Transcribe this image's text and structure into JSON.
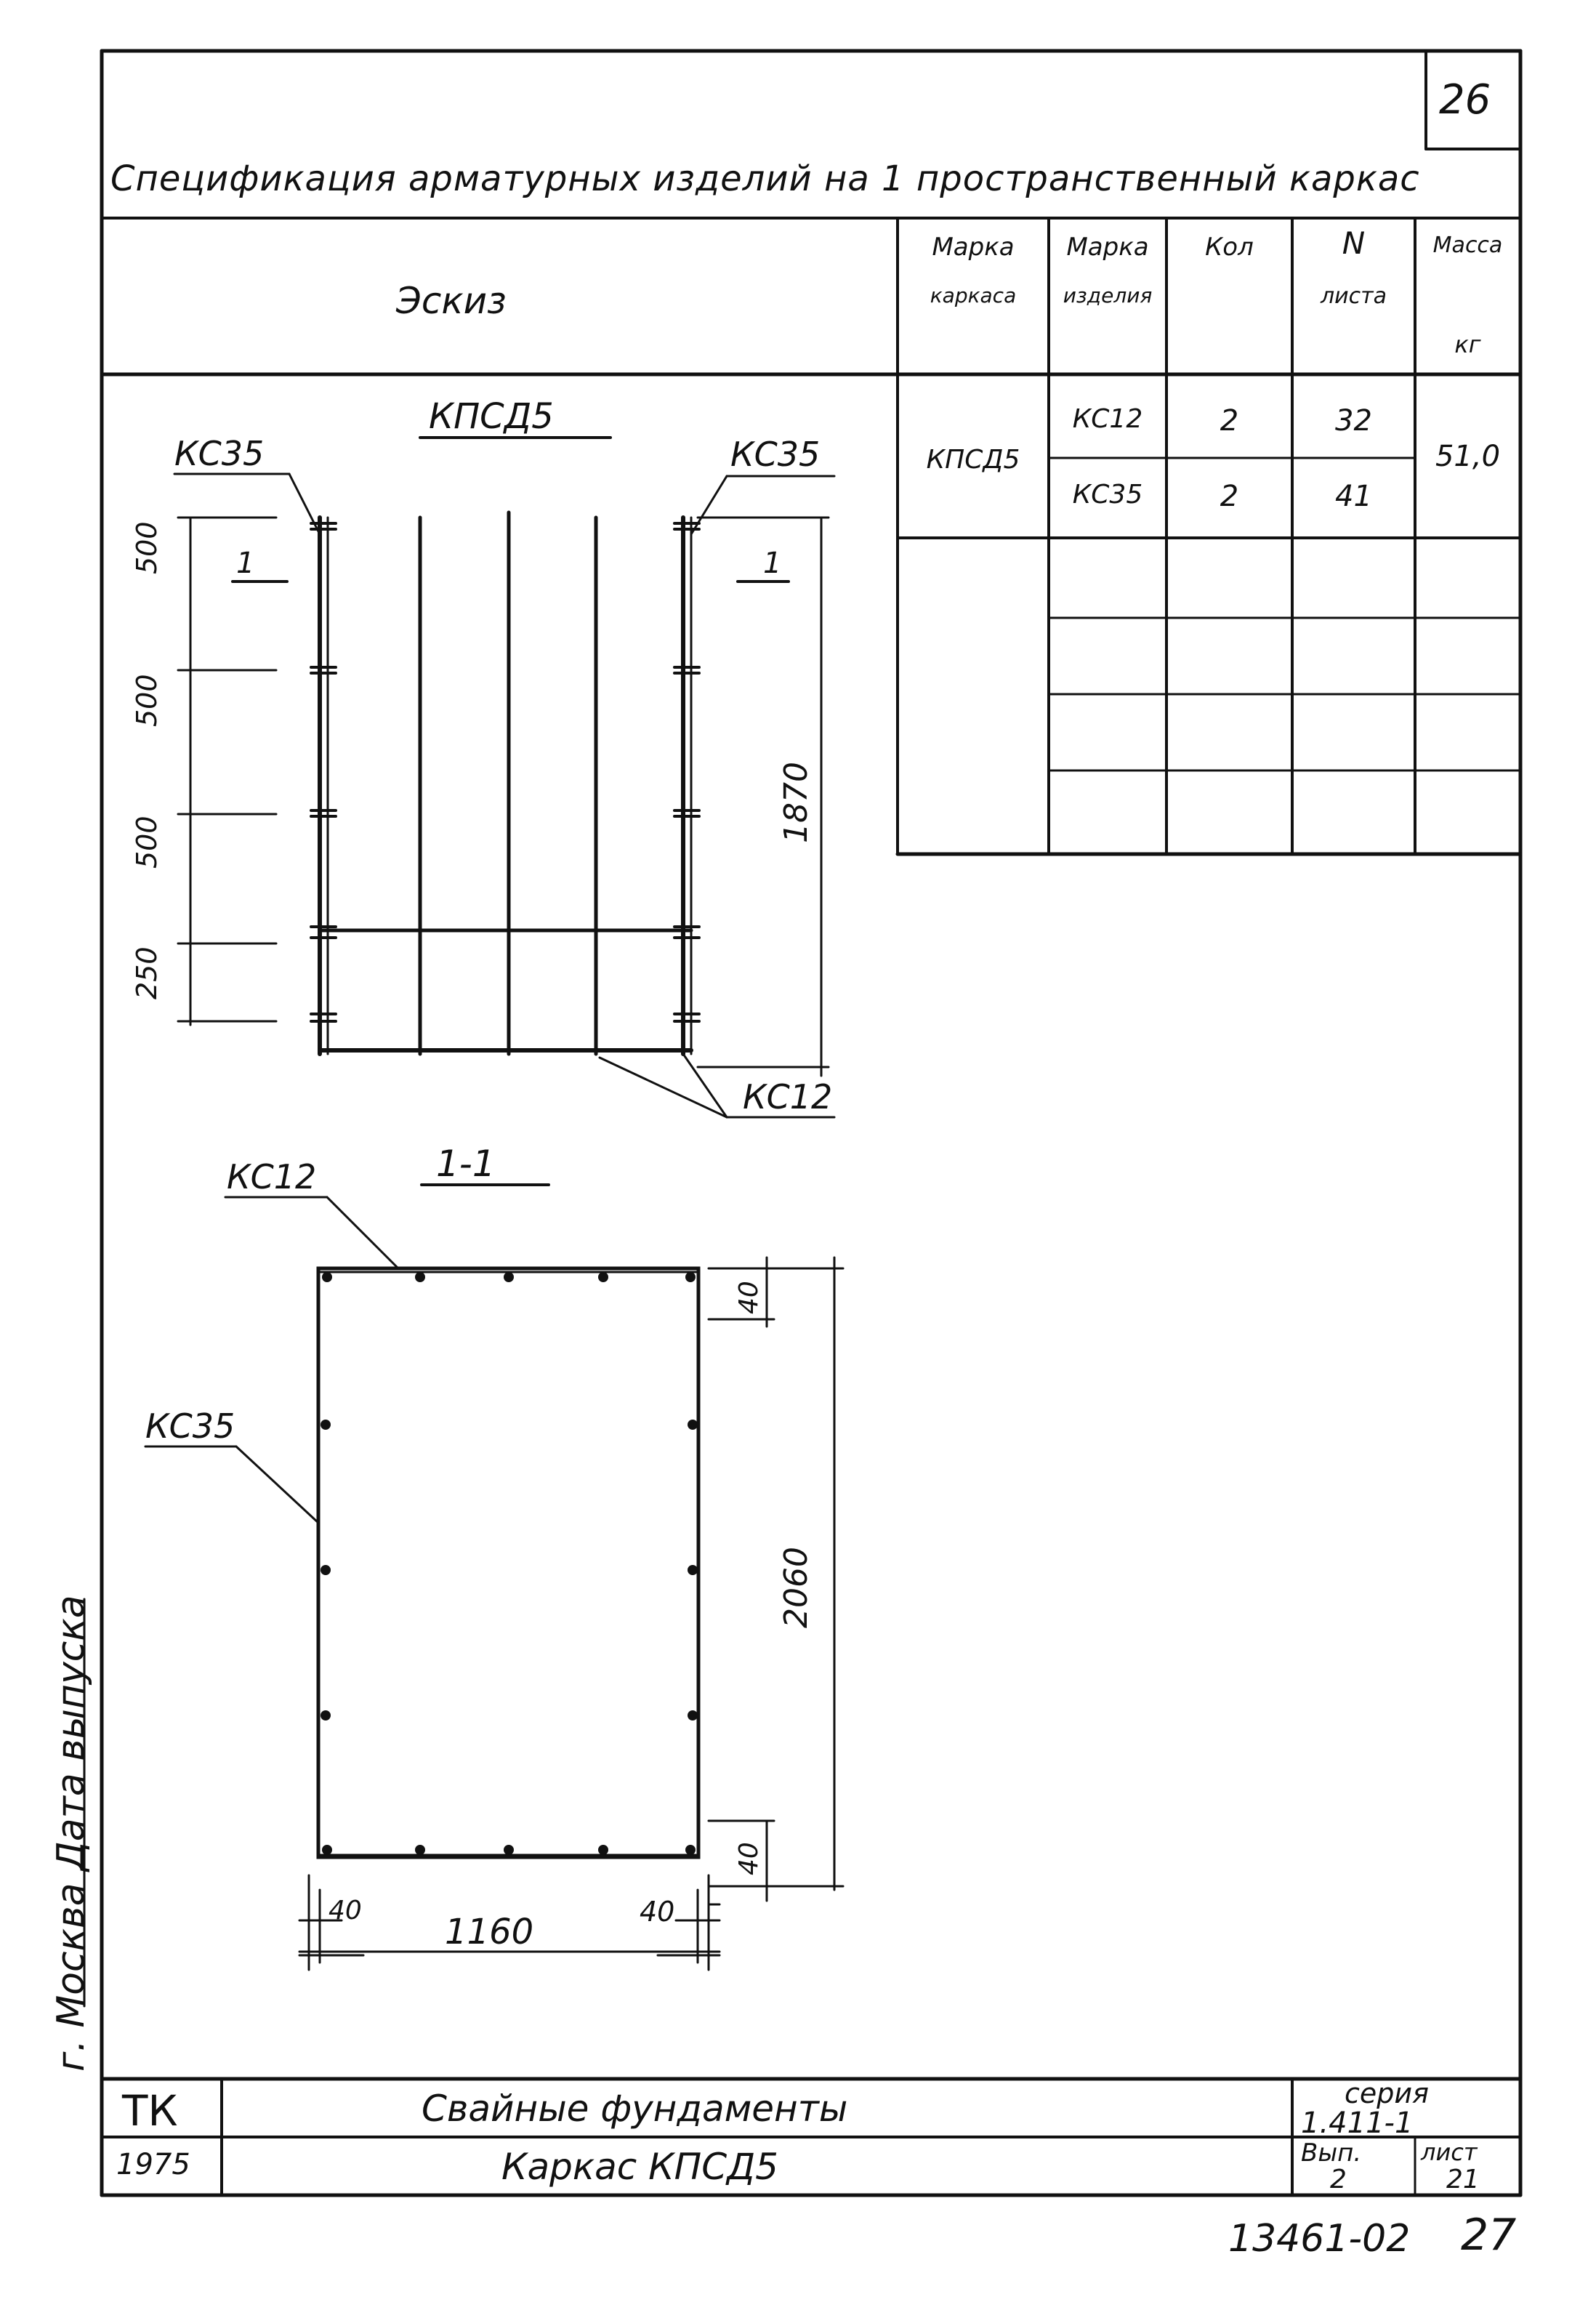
{
  "sheet": {
    "corner_number": "26",
    "title": "Спецификация арматурных изделий на 1 пространственный каркас",
    "page_footer": "13461-02",
    "page_footer_num": "27"
  },
  "spec_table": {
    "sketch_header": "Эскиз",
    "headers": {
      "frame_mark_1": "Марка",
      "frame_mark_2": "каркаса",
      "item_mark_1": "Марка",
      "item_mark_2": "изделия",
      "qty": "Кол",
      "sheet_no_1": "N",
      "sheet_no_2": "листа",
      "mass_1": "Масса",
      "mass_2": "кг"
    },
    "frame_mark": "КПСД5",
    "mass": "51,0",
    "rows": [
      {
        "item": "КС12",
        "qty": "2",
        "sheet": "32"
      },
      {
        "item": "КС35",
        "qty": "2",
        "sheet": "41"
      }
    ]
  },
  "elevation": {
    "title": "КПСД5",
    "left_label": "КС35",
    "right_label": "КС35",
    "bottom_label": "КС12",
    "section_mark_left": "1",
    "section_mark_right": "1",
    "dims_left": [
      "500",
      "500",
      "500",
      "250"
    ],
    "dim_right": "1870"
  },
  "section": {
    "title": "1-1",
    "top_label": "КС12",
    "left_label": "КС35",
    "dim_top": "40",
    "dim_bottom": "40",
    "dim_height": "2060",
    "dim_left": "40",
    "dim_right": "40",
    "dim_width": "1160"
  },
  "margin_text": "г. Москва    Дата выпуска",
  "title_block": {
    "org": "ТК",
    "year": "1975",
    "name_1": "Свайные фундаменты",
    "name_2": "Каркас КПСД5",
    "series_label": "серия",
    "series": "1.411-1",
    "issue_label": "Вып.",
    "issue": "2",
    "sheet_label": "лист",
    "sheet": "21"
  }
}
